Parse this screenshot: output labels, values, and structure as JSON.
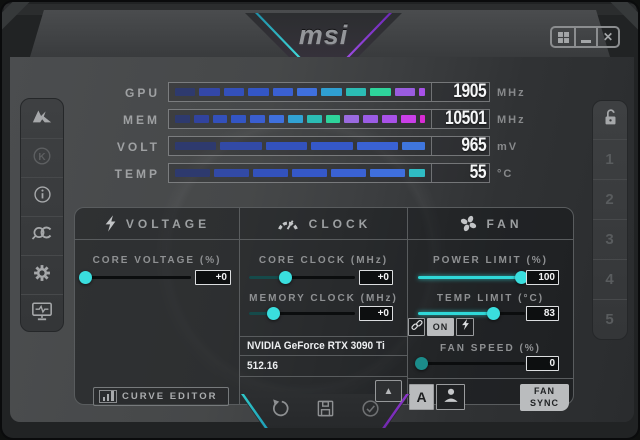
{
  "window": {
    "title": "msi",
    "controls": {
      "menu": "menu",
      "minimize": "minimize",
      "close": "close"
    }
  },
  "colors": {
    "accent_cyan": "#2fd8d8",
    "accent_purple": "#8b35cc",
    "value_text": "#f5f6f7",
    "label_text": "#9fa1a3"
  },
  "gauges": [
    {
      "label": "GPU",
      "value": "1905",
      "unit": "MHz",
      "segments": [
        "#2e3a6e",
        "#3347a8",
        "#3350bb",
        "#3356c6",
        "#3a60d2",
        "#3f70de",
        "#2f9fd2",
        "#2bbcb4",
        "#2ed49b",
        "#9a5ce0",
        "#a851e8"
      ],
      "last_fraction": 0.3
    },
    {
      "label": "MEM",
      "value": "10501",
      "unit": "MHz",
      "segments": [
        "#2e3a6e",
        "#31439e",
        "#3350bb",
        "#3355c4",
        "#3a5ed0",
        "#3f70de",
        "#31a2d4",
        "#2bbcb4",
        "#2ed49b",
        "#9a6ae0",
        "#9a5ce4",
        "#a851e8",
        "#c93fe8",
        "#d92bd4"
      ],
      "last_fraction": 0.35
    },
    {
      "label": "VOLT",
      "value": "965",
      "unit": "mV",
      "segments": [
        "#2e3a6e",
        "#324aa6",
        "#3352bd",
        "#3558c8",
        "#3a62d4",
        "#3f76dd"
      ],
      "last_fraction": 0.55
    },
    {
      "label": "TEMP",
      "value": "55",
      "unit": "°C",
      "segments": [
        "#2e3a6e",
        "#324aa6",
        "#3352bd",
        "#3558c8",
        "#3a62d4",
        "#3f6fdd",
        "#2fbcc4"
      ],
      "last_fraction": 0.45
    }
  ],
  "panels": {
    "voltage": {
      "title": "VOLTAGE",
      "core_voltage": {
        "label": "CORE VOLTAGE (%)",
        "value": "+0",
        "knob": 4,
        "bright": false
      },
      "curve_editor_label": "CURVE EDITOR"
    },
    "clock": {
      "title": "CLOCK",
      "core_clock": {
        "label": "CORE CLOCK (MHz)",
        "value": "+0",
        "knob": 34,
        "bright": false
      },
      "memory_clock": {
        "label": "MEMORY CLOCK (MHz)",
        "value": "+0",
        "knob": 23,
        "bright": false
      },
      "gpu_name": "NVIDIA GeForce RTX 3090 Ti",
      "driver_version": "512.16"
    },
    "fan": {
      "title": "FAN",
      "power_limit": {
        "label": "POWER LIMIT (%)",
        "value": "100",
        "knob": 96,
        "bright": true
      },
      "temp_limit": {
        "label": "TEMP LIMIT (°C)",
        "value": "83",
        "knob": 70,
        "bright": true
      },
      "link_button_label": "ON",
      "fan_speed": {
        "label": "FAN SPEED (%)",
        "value": "0",
        "knob": 3,
        "bright": false,
        "disabled": true
      },
      "auto_label": "A",
      "fan_sync_label": "FAN SYNC"
    }
  },
  "right_sidebar": {
    "profiles": [
      "1",
      "2",
      "3",
      "4",
      "5"
    ]
  }
}
